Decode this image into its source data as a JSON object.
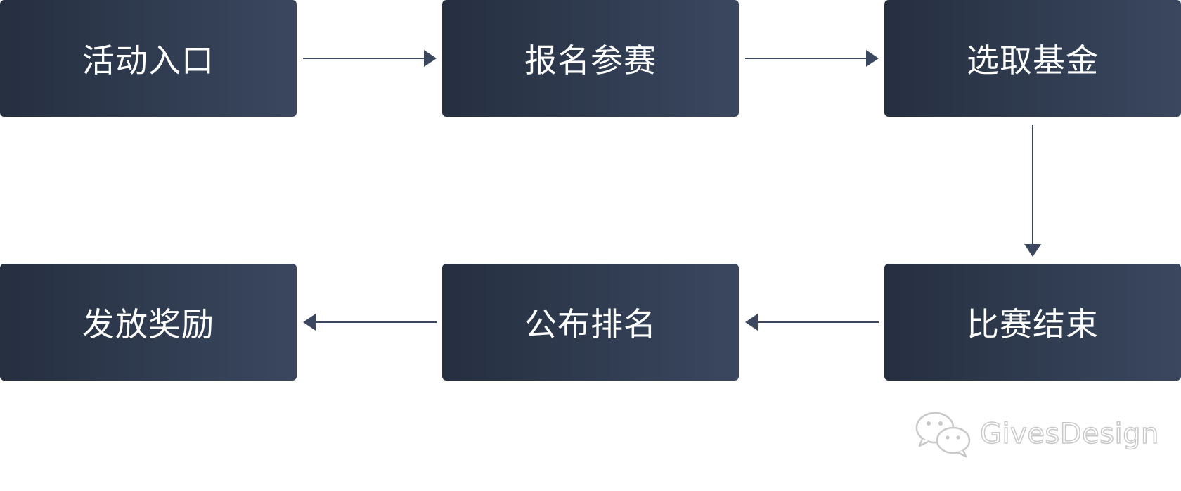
{
  "steps": [
    {
      "label": "活动入口"
    },
    {
      "label": "报名参赛"
    },
    {
      "label": "选取基金"
    },
    {
      "label": "比赛结束"
    },
    {
      "label": "公布排名"
    },
    {
      "label": "发放奖励"
    }
  ],
  "colors": {
    "box_start": "#252f40",
    "box_end": "#3a475f",
    "arrow": "#3a475f",
    "text": "#ffffff"
  },
  "watermark": {
    "text": "GivesDesign",
    "icon": "wechat-icon"
  }
}
